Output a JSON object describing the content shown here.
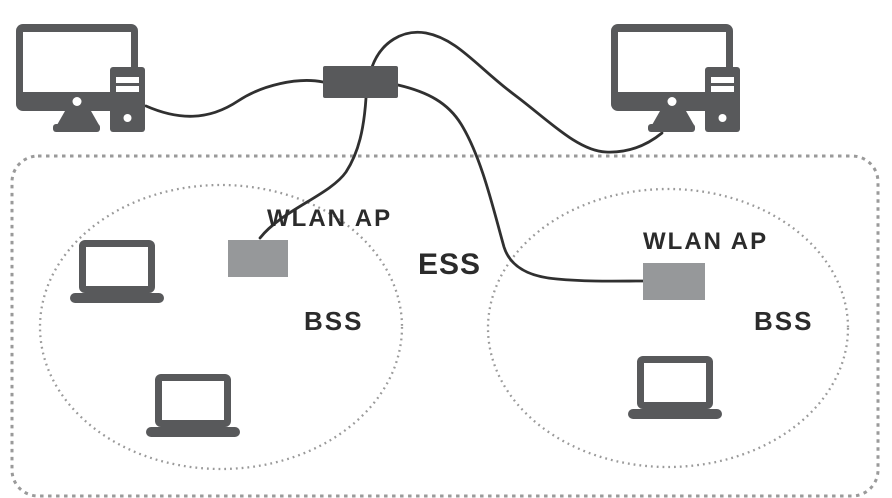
{
  "diagram": {
    "type": "network-topology",
    "description": "Wired LAN backbone with two desktop computers and a switch connecting two wireless BSS cells (each with a WLAN access point and laptops) forming an ESS",
    "labels": {
      "ess": "ESS",
      "bss_left": "BSS",
      "bss_right": "BSS",
      "wlan_ap_left": "WLAN AP",
      "wlan_ap_right": "WLAN AP"
    },
    "colors": {
      "device_dark_gray": "#58595b",
      "access_point_gray": "#96989a",
      "cable": "#303030",
      "dotted_boundary": "#9a9a9a",
      "label_text": "#2b2b2b",
      "background": "#ffffff"
    },
    "icons": [
      {
        "name": "desktop-computer-icon",
        "count": 2,
        "shape": "monitor + tower silhouette"
      },
      {
        "name": "laptop-icon",
        "count": 3,
        "shape": "open laptop silhouette"
      },
      {
        "name": "switch-icon",
        "count": 1,
        "shape": "dark rectangle"
      },
      {
        "name": "access-point-icon",
        "count": 2,
        "shape": "gray rectangle"
      }
    ]
  }
}
